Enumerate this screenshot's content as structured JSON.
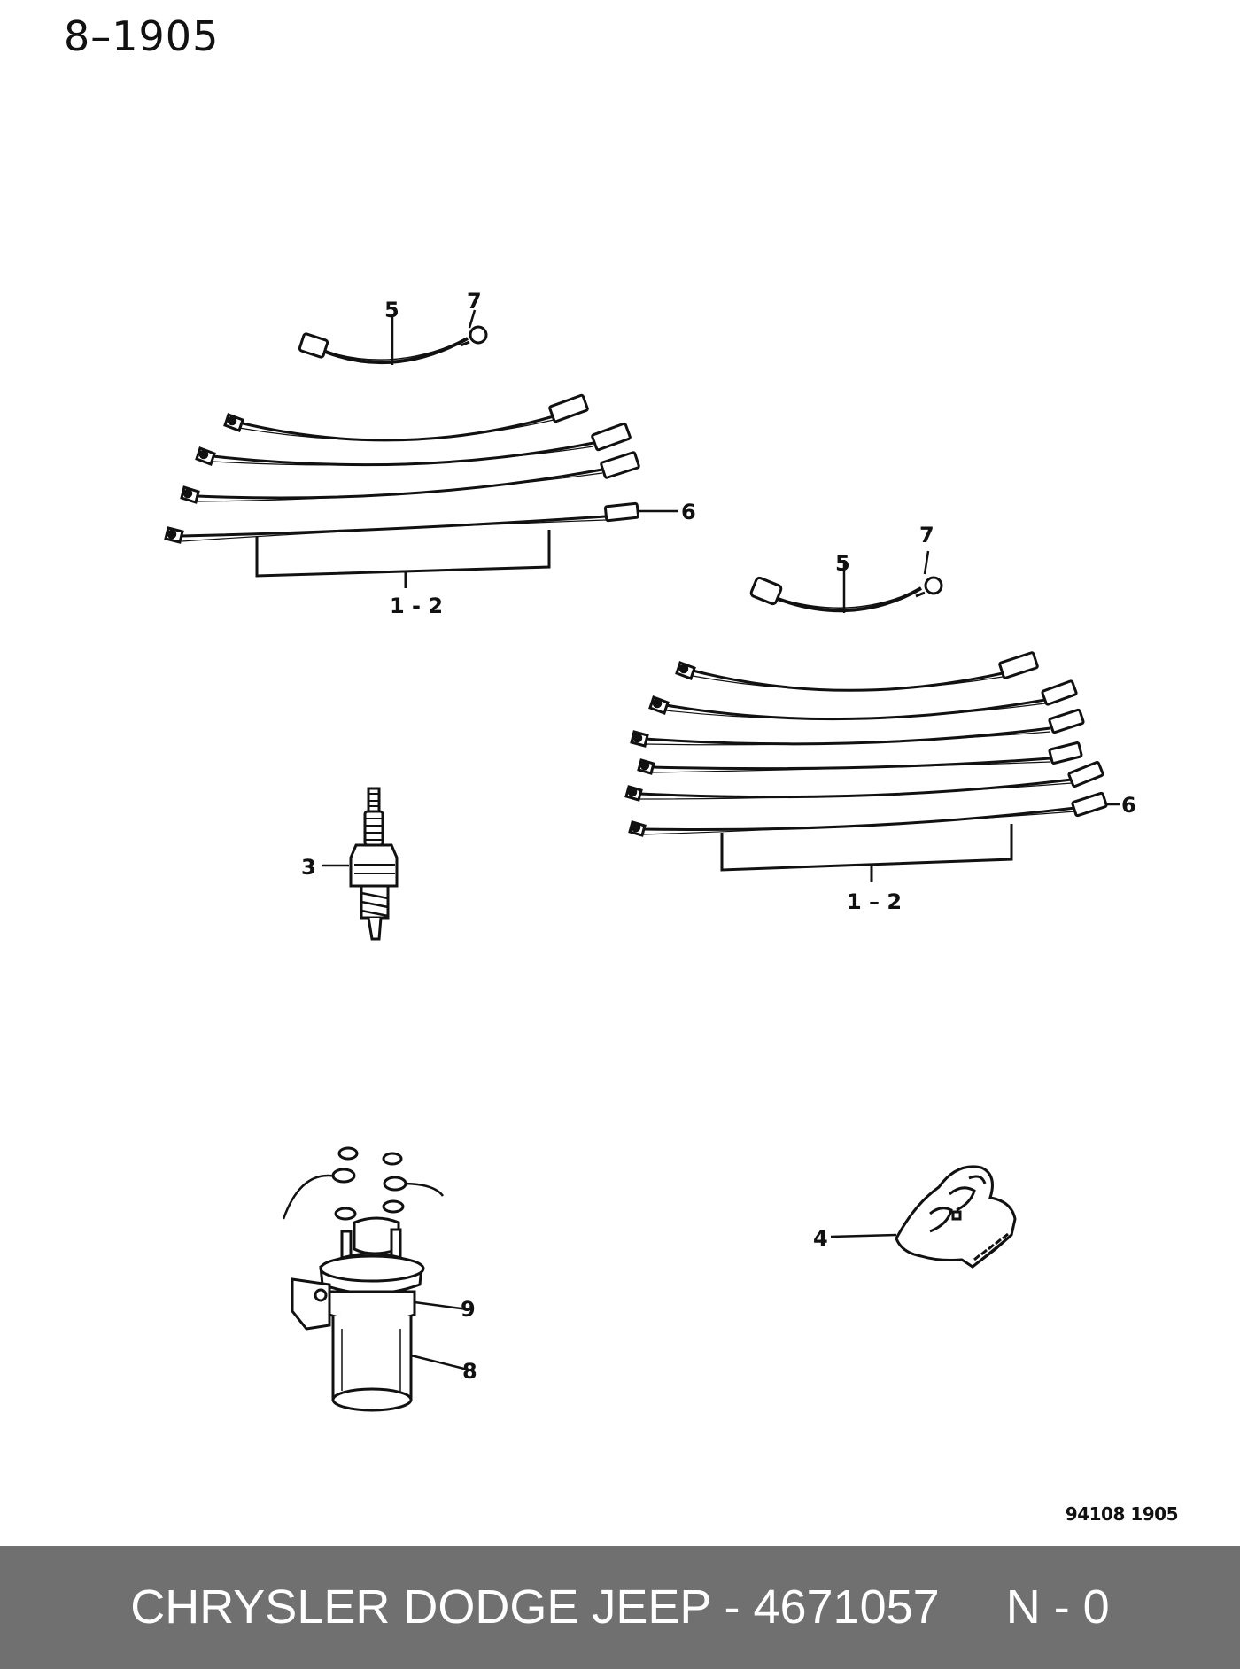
{
  "header": {
    "page_number": "8–1905"
  },
  "callouts": {
    "top_left_set": {
      "wire": "5",
      "boot": "7",
      "end": "6",
      "group": "1 - 2"
    },
    "right_set": {
      "wire": "5",
      "boot": "7",
      "end": "6",
      "group": "1 – 2"
    },
    "spark_plug": "3",
    "retainer": "4",
    "coil": "8",
    "bracket": "9"
  },
  "reference_code": "94108  1905",
  "footer": {
    "text": "CHRYSLER DODGE JEEP - 4671057     N - 0"
  },
  "colors": {
    "ink": "#111111",
    "footer_bg": "#707070",
    "footer_text": "#ffffff"
  }
}
